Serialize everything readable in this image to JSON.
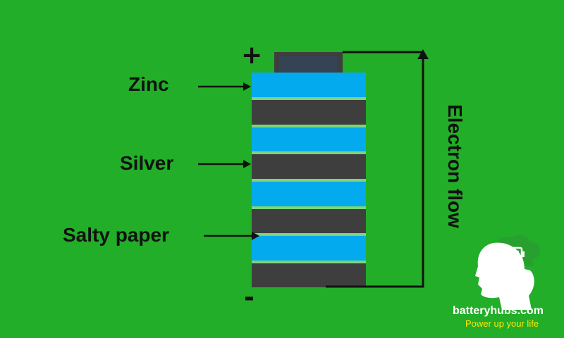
{
  "labels": {
    "zinc": "Zinc",
    "silver": "Silver",
    "salty_paper": "Salty paper",
    "plus": "+",
    "minus": "-",
    "electron_flow": "Electron flow"
  },
  "brand": {
    "name": "batteryhubs.com",
    "tagline": "Power up your life",
    "logo": "head-battery-icon"
  },
  "stack": {
    "layers": [
      "zinc",
      "silver",
      "zinc",
      "silver",
      "zinc",
      "silver",
      "zinc",
      "silver"
    ],
    "separator": "salty-paper",
    "terminal": "positive-cap"
  },
  "colors": {
    "background": "#22ae28",
    "zinc": "#04aaee",
    "silver": "#3e3e3e",
    "salty_paper": "#7dd47a",
    "terminal": "#3e3e3e",
    "terminal_inner": "#344454",
    "wire": "#111111",
    "brand_name": "#ffffff",
    "brand_tagline": "#ffe600"
  }
}
